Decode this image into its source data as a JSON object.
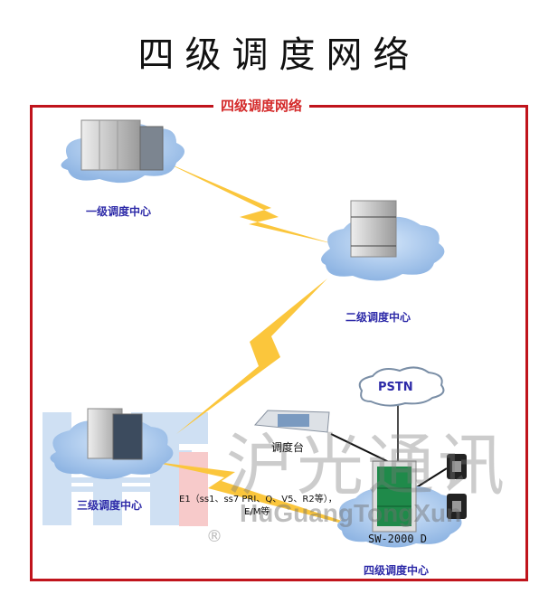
{
  "page_title": "四级调度网络",
  "frame_title": "四级调度网络",
  "nodes": {
    "level1": {
      "label": "一级调度中心",
      "icon": "server-cabinet-icon"
    },
    "level2": {
      "label": "二级调度中心",
      "icon": "server-cabinet-icon"
    },
    "level3": {
      "label": "三级调度中心",
      "icon": "server-cabinet-icon"
    },
    "level4": {
      "label": "四级调度中心",
      "icon": "switch-cabinet-icon"
    }
  },
  "pstn": {
    "label": "PSTN"
  },
  "console": {
    "label": "调度台"
  },
  "switch": {
    "label": "SW-2000 D"
  },
  "link_note": {
    "line1": "E1（ss1、ss7 PRI、Q、V5、R2等），",
    "line2": "E/M等"
  },
  "watermark": {
    "cn": "沪光通讯",
    "en": "HuGuangTongXun",
    "reg": "®"
  },
  "colors": {
    "frame": "#c0141c",
    "frame_title": "#d42a2a",
    "node_label": "#2d2aa8",
    "lightning": "#fbc63c",
    "cloud": "#a9c9ee",
    "cabinet_green": "#1f8a4a"
  }
}
